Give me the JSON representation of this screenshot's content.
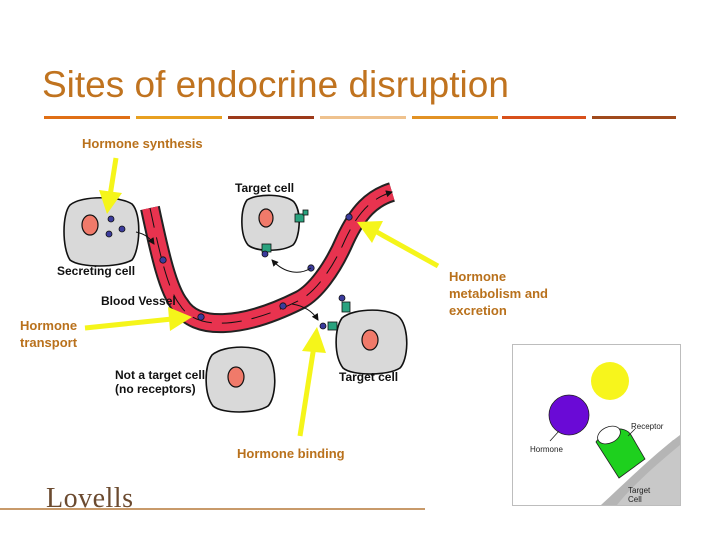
{
  "slide": {
    "title": "Sites of endocrine disruption",
    "rule_colors": [
      "#e06f15",
      "#e8a020",
      "#9c3a1a",
      "#efc28e",
      "#e29224",
      "#d8501b",
      "#a04a1c"
    ]
  },
  "diagram": {
    "labels": {
      "target_cell_top": "Target cell",
      "secreting_cell": "Secreting cell",
      "blood_vessel": "Blood Vessel",
      "not_target_line1": "Not a target cell",
      "not_target_line2": "(no receptors)",
      "target_cell_right": "Target cell"
    },
    "callouts": {
      "hormone_synthesis": "Hormone synthesis",
      "hormone_transport_line1": "Hormone",
      "hormone_transport_line2": "transport",
      "metabolism_line1": "Hormone",
      "metabolism_line2": "metabolism and",
      "metabolism_line3": "excretion",
      "hormone_binding": "Hormone binding"
    },
    "colors": {
      "callout_text": "#b9711c",
      "arrow_yellow": "#f5f51a",
      "vessel_fill": "#e8334f",
      "cell_fill": "#d9d9d9",
      "nucleus_fill": "#f07a6a",
      "receptor_fill": "#2aa37f",
      "hormone_dot": "#3b3b9c"
    }
  },
  "inset": {
    "hormone_label": "Hormone",
    "receptor_label": "Receptor",
    "target_cell_line1": "Target",
    "target_cell_line2": "Cell",
    "colors": {
      "hormone": "#6a0ad6",
      "other_ligand": "#f7f51c",
      "receptor": "#1ed01e",
      "cell": "#c8c8c8"
    }
  },
  "footer": {
    "logo_text": "Lovells"
  }
}
